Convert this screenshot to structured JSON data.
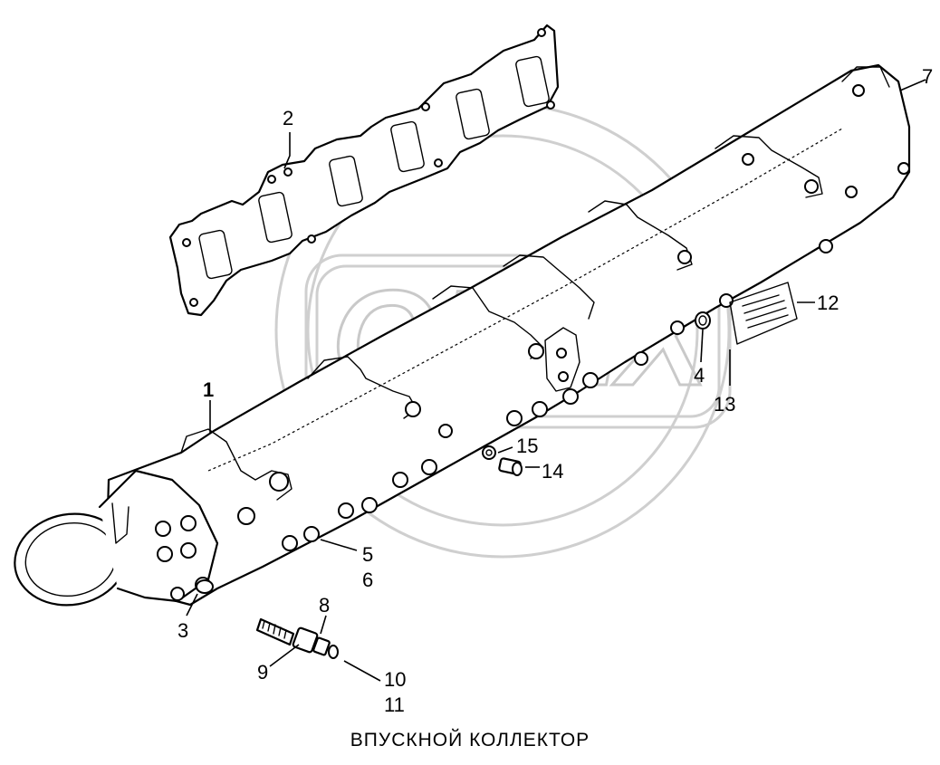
{
  "watermark": {
    "text": "OPEX"
  },
  "callouts": [
    {
      "id": "1",
      "label": "1"
    },
    {
      "id": "2",
      "label": "2"
    },
    {
      "id": "3",
      "label": "3"
    },
    {
      "id": "4",
      "label": "4"
    },
    {
      "id": "5",
      "label": "5"
    },
    {
      "id": "6",
      "label": "6"
    },
    {
      "id": "7",
      "label": "7"
    },
    {
      "id": "8",
      "label": "8"
    },
    {
      "id": "9",
      "label": "9"
    },
    {
      "id": "10",
      "label": "10"
    },
    {
      "id": "11",
      "label": "11"
    },
    {
      "id": "12",
      "label": "12"
    },
    {
      "id": "13",
      "label": "13"
    },
    {
      "id": "14",
      "label": "14"
    },
    {
      "id": "15",
      "label": "15"
    }
  ],
  "caption": "ВПУСКНОЙ КОЛЛЕКТОР"
}
